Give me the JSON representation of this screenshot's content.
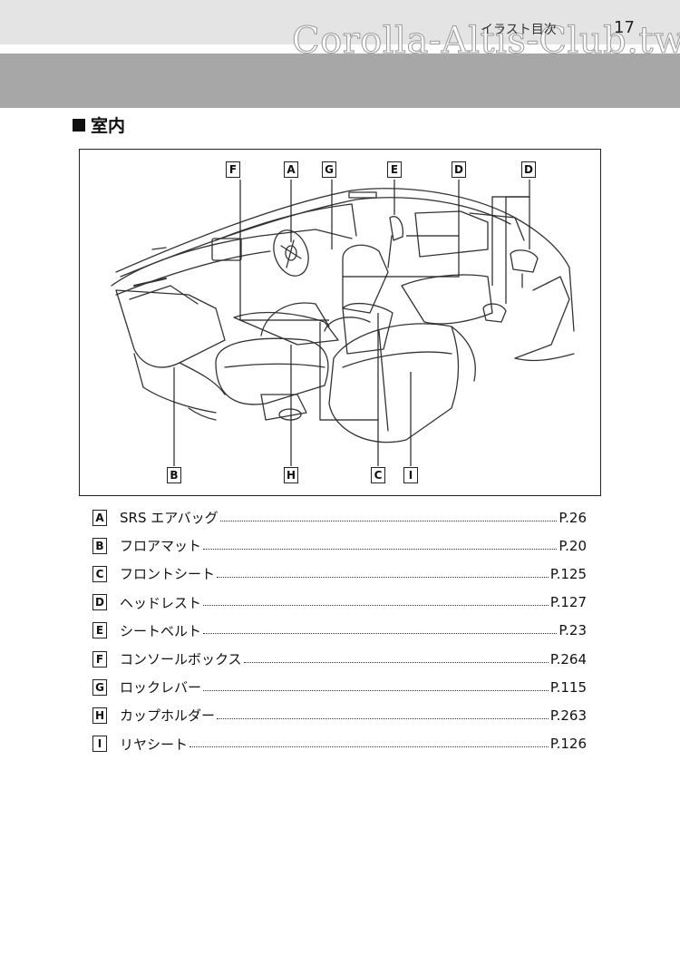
{
  "header": {
    "breadcrumb": "イラスト目次",
    "page_number": "17",
    "watermark": "Corolla-Altis-Club.tw"
  },
  "section": {
    "title": "室内"
  },
  "figure": {
    "labels_top": [
      "F",
      "A",
      "G",
      "E",
      "D",
      "D"
    ],
    "labels_bottom": [
      "B",
      "H",
      "C",
      "I"
    ]
  },
  "legend": [
    {
      "key": "A",
      "name": "SRS エアバッグ",
      "page": "P.26"
    },
    {
      "key": "B",
      "name": "フロアマット",
      "page": "P.20"
    },
    {
      "key": "C",
      "name": "フロントシート",
      "page": "P.125"
    },
    {
      "key": "D",
      "name": "ヘッドレスト",
      "page": "P.127"
    },
    {
      "key": "E",
      "name": "シートベルト",
      "page": "P.23"
    },
    {
      "key": "F",
      "name": "コンソールボックス",
      "page": "P.264"
    },
    {
      "key": "G",
      "name": "ロックレバー",
      "page": "P.115"
    },
    {
      "key": "H",
      "name": "カップホルダー",
      "page": "P.263"
    },
    {
      "key": "I",
      "name": "リヤシート",
      "page": "P.126"
    }
  ]
}
